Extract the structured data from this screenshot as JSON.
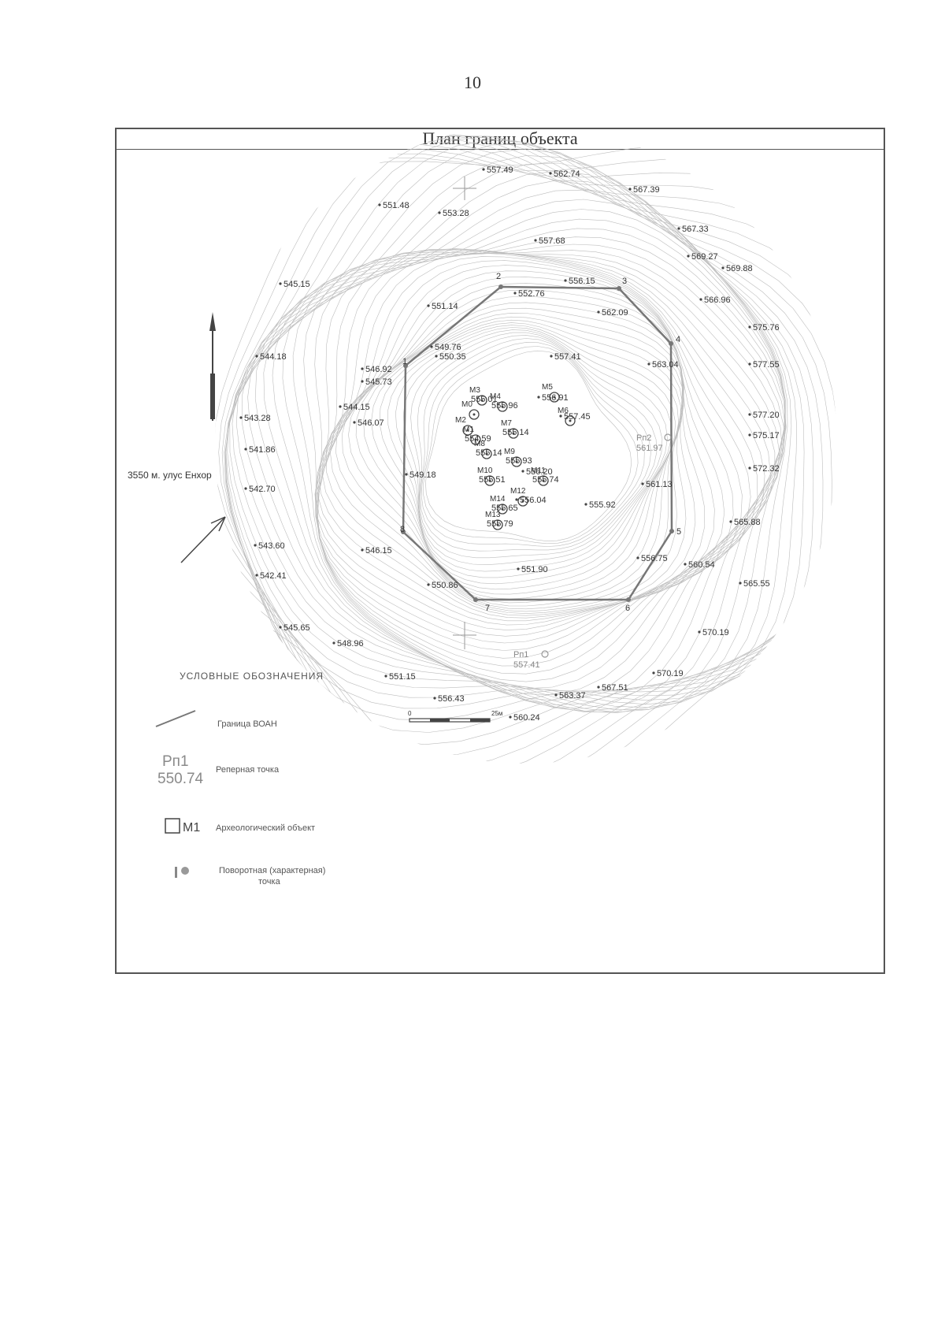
{
  "page": {
    "number": "10"
  },
  "map": {
    "title": "План границ объекта",
    "location_label": "3550 м. улус Енхор",
    "scale_bar": {
      "start": "0",
      "end": "25м"
    },
    "boundary_vertices": [
      "1",
      "2",
      "3",
      "4",
      "5",
      "6",
      "7",
      "8"
    ],
    "elevations": [
      "557.49",
      "562.74",
      "567.39",
      "551.48",
      "553.28",
      "567.33",
      "557.68",
      "569.27",
      "569.88",
      "545.15",
      "556.15",
      "552.76",
      "551.14",
      "566.96",
      "562.09",
      "575.76",
      "549.76",
      "550.35",
      "557.41",
      "544.18",
      "546.92",
      "545.73",
      "563.04",
      "577.55",
      "556.91",
      "557.45",
      "544.15",
      "543.28",
      "546.07",
      "577.20",
      "575.17",
      "541.86",
      "572.32",
      "549.18",
      "556.20",
      "542.70",
      "561.13",
      "556.04",
      "555.92",
      "565.88",
      "543.60",
      "546.15",
      "556.75",
      "560.54",
      "542.41",
      "550.86",
      "551.90",
      "565.55",
      "545.65",
      "548.96",
      "570.19",
      "551.15",
      "570.19",
      "567.51",
      "556.43",
      "563.37",
      "560.24"
    ],
    "objects": [
      {
        "label": "M3",
        "value": "555.01"
      },
      {
        "label": "M4",
        "value": "555.96"
      },
      {
        "label": "M5",
        "value": ""
      },
      {
        "label": "M6",
        "value": ""
      },
      {
        "label": "M0",
        "value": ""
      },
      {
        "label": "M2",
        "value": ""
      },
      {
        "label": "M1",
        "value": "554.59"
      },
      {
        "label": "M7",
        "value": "555.14"
      },
      {
        "label": "M8",
        "value": "555.14"
      },
      {
        "label": "M9",
        "value": "555.93"
      },
      {
        "label": "M11",
        "value": "555.74"
      },
      {
        "label": "M10",
        "value": "555.51"
      },
      {
        "label": "M14",
        "value": "555.65"
      },
      {
        "label": "M12",
        "value": ""
      },
      {
        "label": "M13",
        "value": "555.79"
      }
    ],
    "benchmarks": [
      {
        "label": "Рп2",
        "value": "561.97"
      },
      {
        "label": "Рп1",
        "value": "557.41"
      }
    ]
  },
  "legend": {
    "title": "УСЛОВНЫЕ ОБОЗНАЧЕНИЯ",
    "items": [
      {
        "label": "Граница ВОАН"
      },
      {
        "symbol_name": "Рп1",
        "symbol_value": "550.74",
        "label": "Реперная точка"
      },
      {
        "symbol_name": "M1",
        "label": "Археологический объект"
      },
      {
        "label": "Поворотная (характерная) точка"
      }
    ]
  },
  "colors": {
    "ink": "#333333",
    "boundary": "#777777",
    "contour": "#bdbdbd",
    "legend_gray": "#8a8a8a"
  }
}
